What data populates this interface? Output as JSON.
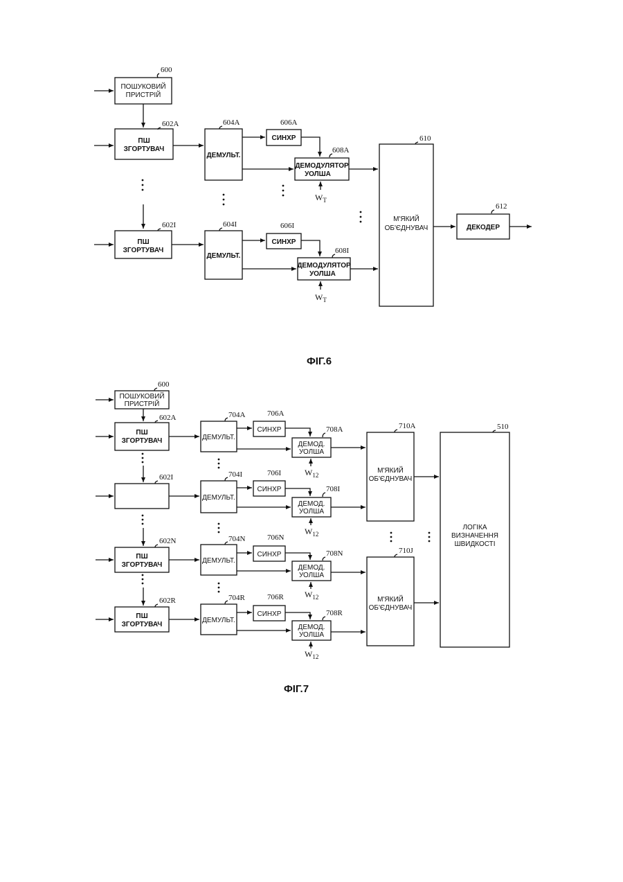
{
  "fig6": {
    "caption": "ФІГ.6",
    "search": {
      "l1": "ПОШУКОВИЙ",
      "l2": "ПРИСТРІЙ",
      "ref": "600"
    },
    "despreader_a": {
      "l1": "ПШ",
      "l2": "ЗГОРТУВАЧ",
      "ref": "602A"
    },
    "despreader_i": {
      "l1": "ПШ",
      "l2": "ЗГОРТУВАЧ",
      "ref": "602I"
    },
    "demux_a": {
      "label": "ДЕМУЛЬТ.",
      "ref": "604A"
    },
    "demux_i": {
      "label": "ДЕМУЛЬТ.",
      "ref": "604I"
    },
    "sync_a": {
      "label": "СИНХР",
      "ref": "606A"
    },
    "sync_i": {
      "label": "СИНХР",
      "ref": "606I"
    },
    "demod_a": {
      "l1": "ДЕМОДУЛЯТОР",
      "l2": "УОЛША",
      "ref": "608A"
    },
    "demod_i": {
      "l1": "ДЕМОДУЛЯТОР",
      "l2": "УОЛША",
      "ref": "608I"
    },
    "walsh_a": {
      "base": "W",
      "sub": "T"
    },
    "walsh_i": {
      "base": "W",
      "sub": "T"
    },
    "combiner": {
      "l1": "М'ЯКИЙ",
      "l2": "ОБ'ЄДНУВАЧ",
      "ref": "610"
    },
    "decoder": {
      "label": "ДЕКОДЕР",
      "ref": "612"
    }
  },
  "fig7": {
    "caption": "ФІГ.7",
    "search": {
      "l1": "ПОШУКОВИЙ",
      "l2": "ПРИСТРІЙ",
      "ref": "600"
    },
    "rows": [
      {
        "id": "a",
        "desp_l1": "ПШ",
        "desp_l2": "ЗГОРТУВАЧ",
        "desp_ref": "602A",
        "demux": "ДЕМУЛЬТ.",
        "demux_ref": "704A",
        "sync": "СИНХР",
        "sync_ref": "706A",
        "demod_l1": "ДЕМОД.",
        "demod_l2": "УОЛША",
        "demod_ref": "708A",
        "w_base": "W",
        "w_sub": "12"
      },
      {
        "id": "i",
        "desp_l1": "",
        "desp_l2": "",
        "desp_ref": "602I",
        "demux": "ДЕМУЛЬТ.",
        "demux_ref": "704I",
        "sync": "СИНХР",
        "sync_ref": "706I",
        "demod_l1": "ДЕМОД.",
        "demod_l2": "УОЛША",
        "demod_ref": "708I",
        "w_base": "W",
        "w_sub": "12"
      },
      {
        "id": "n",
        "desp_l1": "ПШ",
        "desp_l2": "ЗГОРТУВАЧ",
        "desp_ref": "602N",
        "demux": "ДЕМУЛЬТ.",
        "demux_ref": "704N",
        "sync": "СИНХР",
        "sync_ref": "706N",
        "demod_l1": "ДЕМОД.",
        "demod_l2": "УОЛША",
        "demod_ref": "708N",
        "w_base": "W",
        "w_sub": "12"
      },
      {
        "id": "r",
        "desp_l1": "ПШ",
        "desp_l2": "ЗГОРТУВАЧ",
        "desp_ref": "602R",
        "demux": "ДЕМУЛЬТ.",
        "demux_ref": "704R",
        "sync": "СИНХР",
        "sync_ref": "706R",
        "demod_l1": "ДЕМОД.",
        "demod_l2": "УОЛША",
        "demod_ref": "708R",
        "w_base": "W",
        "w_sub": "12"
      }
    ],
    "combiner_a": {
      "l1": "М'ЯКИЙ",
      "l2": "ОБ'ЄДНУВАЧ",
      "ref": "710A"
    },
    "combiner_j": {
      "l1": "М'ЯКИЙ",
      "l2": "ОБ'ЄДНУВАЧ",
      "ref": "710J"
    },
    "rate_logic": {
      "l1": "ЛОГІКА",
      "l2": "ВИЗНАЧЕННЯ",
      "l3": "ШВИДКОСТІ",
      "ref": "510"
    }
  }
}
